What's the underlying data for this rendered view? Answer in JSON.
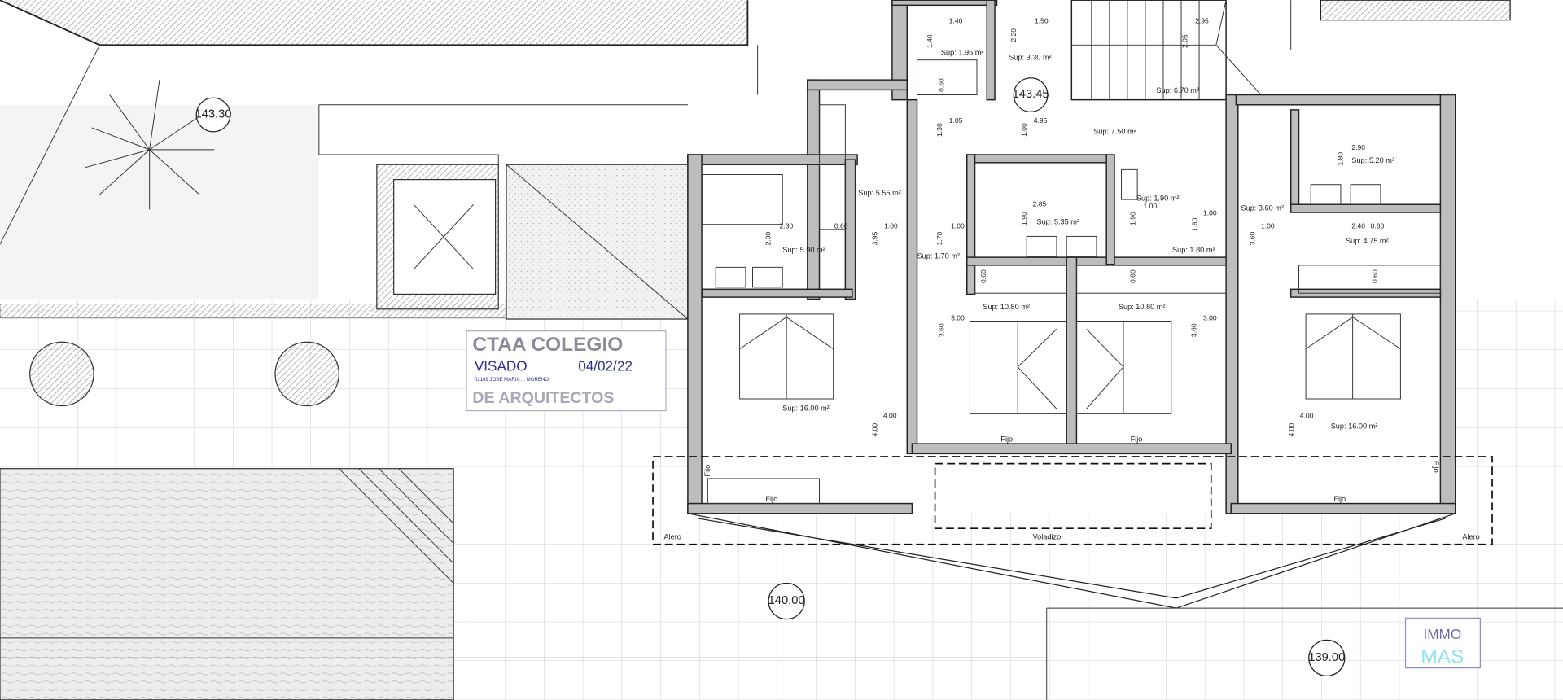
{
  "elevations": [
    "143.30",
    "143.45",
    "140.00",
    "139.00"
  ],
  "rooms": [
    {
      "label": "Sup: 1.95 m²"
    },
    {
      "label": "Sup: 3.30 m²"
    },
    {
      "label": "Sup: 6.70 m²"
    },
    {
      "label": "Sup: 7.50 m²"
    },
    {
      "label": "Sup: 5.55 m²"
    },
    {
      "label": "Sup: 5.90 m²"
    },
    {
      "label": "Sup: 1.70 m²"
    },
    {
      "label": "Sup: 5.35 m²"
    },
    {
      "label": "Sup: 1.90 m²"
    },
    {
      "label": "Sup: 3.60 m²"
    },
    {
      "label": "Sup: 1.80 m²"
    },
    {
      "label": "Sup: 5.20 m²"
    },
    {
      "label": "Sup: 4.75 m²"
    },
    {
      "label": "Sup: 10.80 m²"
    },
    {
      "label": "Sup: 10.80 m²"
    },
    {
      "label": "Sup: 16.00 m²"
    },
    {
      "label": "Sup: 16.00 m²"
    }
  ],
  "dimensions": [
    "1.40",
    "1.40",
    "1.50",
    "2.20",
    "2.95",
    "2.05",
    "0.60",
    "1.05",
    "1.30",
    "1.00",
    "4.95",
    "2.30",
    "2.30",
    "0.60",
    "1.00",
    "3.95",
    "1.00",
    "1.70",
    "2.85",
    "1.90",
    "1.00",
    "1.90",
    "1.80",
    "1.00",
    "3.60",
    "1.00",
    "2.90",
    "1.80",
    "2.40",
    "0.60",
    "0.60",
    "0.60",
    "0.60",
    "3.00",
    "3.60",
    "3.00",
    "3.60",
    "4.00",
    "4.00",
    "4.00",
    "4.00"
  ],
  "labels": {
    "fijo": "Fijo",
    "alero": "Alero",
    "voladizo": "Voladizo"
  },
  "stamp": {
    "org": "CTAA COLEGIO",
    "org_line2": "DE ARQUITECTOS",
    "visado": "VISADO",
    "date": "04/02/22",
    "architect": "02149 JOSE MARIA ... MORENO",
    "color": "#2b2f8f"
  },
  "logo": {
    "line1": "IMMO",
    "line2": "MAS",
    "color1": "#6b6bb0",
    "color2": "#8fe3f0"
  }
}
